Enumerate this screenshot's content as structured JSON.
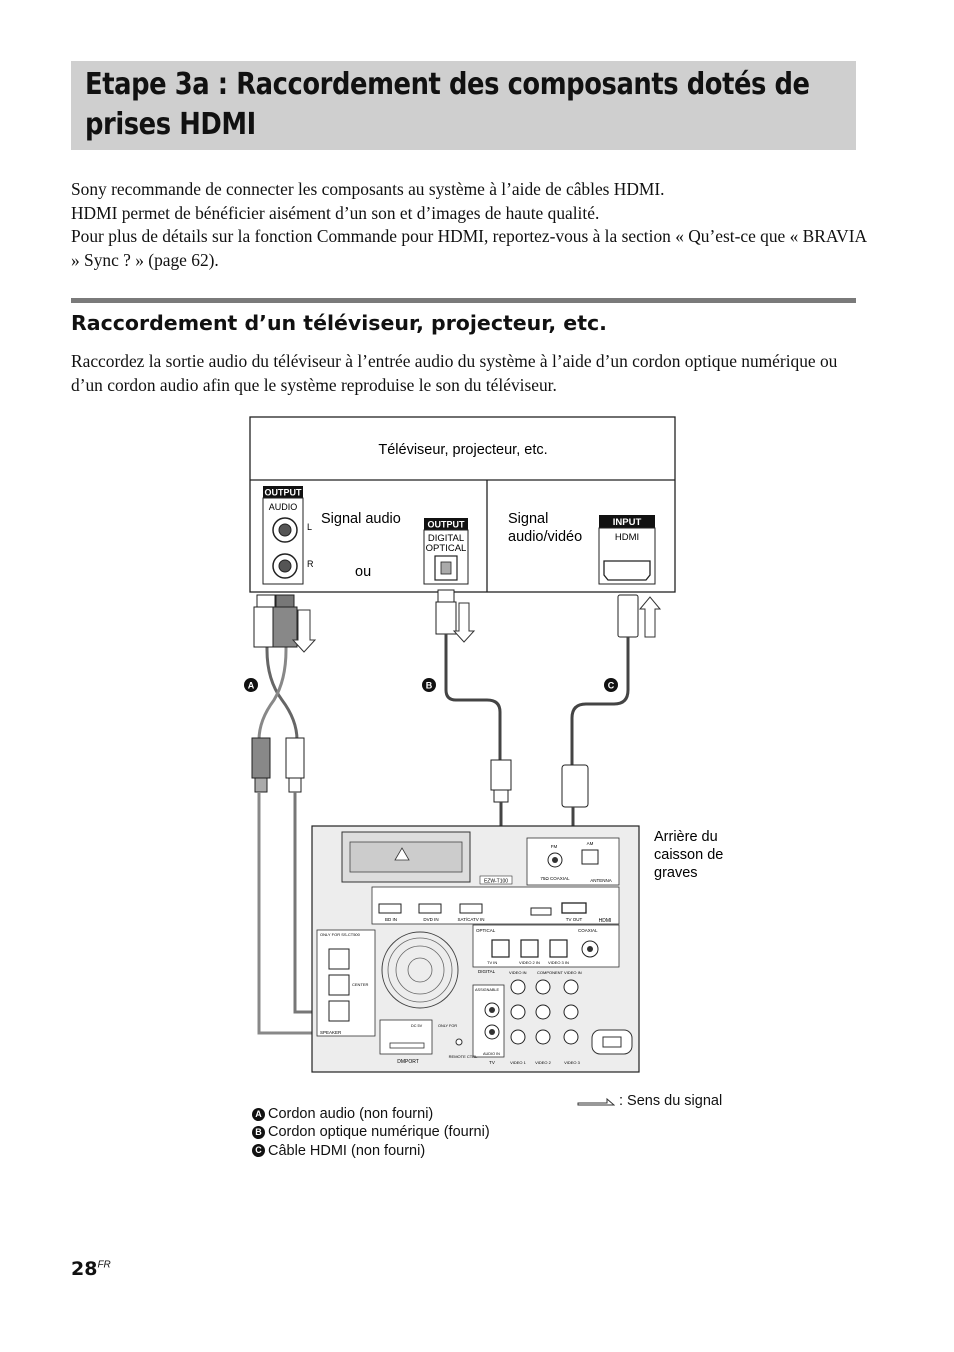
{
  "header": {
    "title": "Etape 3a : Raccordement des composants dotés de prises HDMI"
  },
  "intro": {
    "line1": "Sony recommande de connecter les composants au système à l’aide de câbles HDMI.",
    "line2": "HDMI permet de bénéficier aisément d’un son et d’images de haute qualité.",
    "line3": "Pour plus de détails sur la fonction Commande pour HDMI, reportez-vous à la section « Qu’est-ce que « BRAVIA » Sync ? » (page 62)."
  },
  "section": {
    "title": "Raccordement d’un téléviseur, projecteur, etc.",
    "paragraph": "Raccordez la sortie audio du téléviseur à l’entrée audio du système à l’aide d’un cordon optique numérique ou d’un cordon audio afin que le système reproduise le son du téléviseur."
  },
  "diagram": {
    "tv_label": "Téléviseur, projecteur, etc.",
    "output_badge": "OUTPUT",
    "input_badge": "INPUT",
    "audio_jack_label": "AUDIO",
    "left_label": "L",
    "right_label": "R",
    "signal_audio": "Signal audio",
    "or_label": "ou",
    "digital_label": "DIGITAL",
    "optical_label": "OPTICAL",
    "signal_av_line1": "Signal",
    "signal_av_line2": "audio/vidéo",
    "hdmi_label": "HDMI",
    "cable_a": "A",
    "cable_b": "B",
    "cable_c": "C",
    "subwoofer_line1": "Arrière du",
    "subwoofer_line2": "caisson de",
    "subwoofer_line3": "graves",
    "panel": {
      "fm": "FM",
      "am": "AM",
      "coaxial_75": "75Ω COAXIAL",
      "antenna": "ANTENNA",
      "ezw": "EZW-T100",
      "bd_in": "BD IN",
      "dvd_in": "DVD IN",
      "sat_in": "SAT/CATV IN",
      "tv_out": "TV OUT",
      "hdmi": "HDMI",
      "only_for": "ONLY FOR SS-CT500",
      "center": "CENTER",
      "speaker": "SPEAKER",
      "optical": "OPTICAL",
      "coaxial": "COAXIAL",
      "tv_in": "TV IN",
      "video2_in": "VIDEO 2 IN",
      "video3_in": "VIDEO 3 IN",
      "digital": "DIGITAL",
      "video_in": "VIDEO IN",
      "component_video_in": "COMPONENT VIDEO IN",
      "assignable": "ASSIGNABLE",
      "dc5v": "DC 5V",
      "only_for_small": "ONLY FOR",
      "dmport": "DMPORT",
      "remote_ctrl": "REMOTE CTRL",
      "audio_in": "AUDIO IN",
      "tv": "TV",
      "video1": "VIDEO 1",
      "video2": "VIDEO 2",
      "video3": "VIDEO 3"
    }
  },
  "legend": {
    "a_badge": "A",
    "a_text": "Cordon audio (non fourni)",
    "b_badge": "B",
    "b_text": "Cordon optique numérique (fourni)",
    "c_badge": "C",
    "c_text": "Câble HDMI (non fourni)",
    "signal_direction": ": Sens du signal"
  },
  "footer": {
    "page_number": "28",
    "page_suffix": "FR"
  }
}
